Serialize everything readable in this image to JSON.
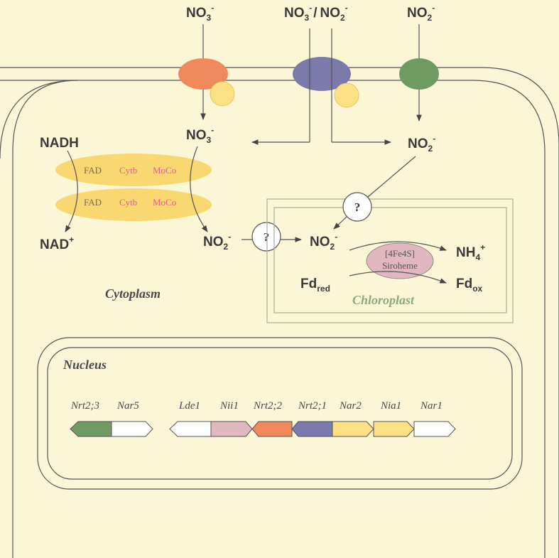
{
  "ions": {
    "nitrate_top_left": {
      "base": "NO",
      "sub": "3",
      "sup": "-"
    },
    "mixed_top": {
      "a_base": "NO",
      "a_sub": "3",
      "a_sup": "-",
      "sep": "/",
      "b_base": "NO",
      "b_sub": "2",
      "b_sup": "-"
    },
    "nitrite_top_right": {
      "base": "NO",
      "sub": "2",
      "sup": "-"
    },
    "nitrate_inside": {
      "base": "NO",
      "sub": "3",
      "sup": "-"
    },
    "nitrite_inside_right": {
      "base": "NO",
      "sub": "2",
      "sup": "-"
    },
    "nitrite_cytoplasm": {
      "base": "NO",
      "sub": "2",
      "sup": "-"
    },
    "nitrite_chloroplast": {
      "base": "NO",
      "sub": "2",
      "sup": "-"
    },
    "ammonium": {
      "base": "NH",
      "sub": "4",
      "sup": "+"
    },
    "fd_red": {
      "base": "Fd",
      "sub": "red"
    },
    "fd_ox": {
      "base": "Fd",
      "sub": "ox"
    }
  },
  "cofactors": {
    "nadh": "NADH",
    "nad_base": "NAD",
    "nad_sup": "+"
  },
  "nitrate_reductase": {
    "fad": "FAD",
    "cytb": "Cytb",
    "moco": "MoCo"
  },
  "nitrite_reductase": {
    "line1": "[4Fe4S]",
    "line2": "Siroheme"
  },
  "unknown_transporter": "?",
  "regions": {
    "cytoplasm": "Cytoplasm",
    "chloroplast": "Chloroplast",
    "nucleus": "Nucleus"
  },
  "genes": {
    "cluster1": [
      "Nrt2;3",
      "Nar5"
    ],
    "cluster2": [
      "Lde1",
      "Nii1",
      "Nrt2;2",
      "Nrt2;1",
      "Nar2",
      "Nia1",
      "Nar1"
    ]
  },
  "colors": {
    "background": "#fbf6d6",
    "transporter_nitrate": "#f08a5d",
    "transporter_mixed": "#7b7aaa",
    "transporter_nitrite": "#6f9b63",
    "accessory": "#fbe184",
    "reductase": "#f9d872",
    "reductase_label": "#e0608a",
    "nitrite_reductase": "#e2b8c0",
    "chloroplast_label": "#8aae7a",
    "gene_green": "#6f9b63",
    "gene_white": "#ffffff",
    "gene_pink": "#e2b8c0",
    "gene_orange": "#f08a5d",
    "gene_blue": "#7b7aaa",
    "gene_yellow": "#fbe184"
  }
}
